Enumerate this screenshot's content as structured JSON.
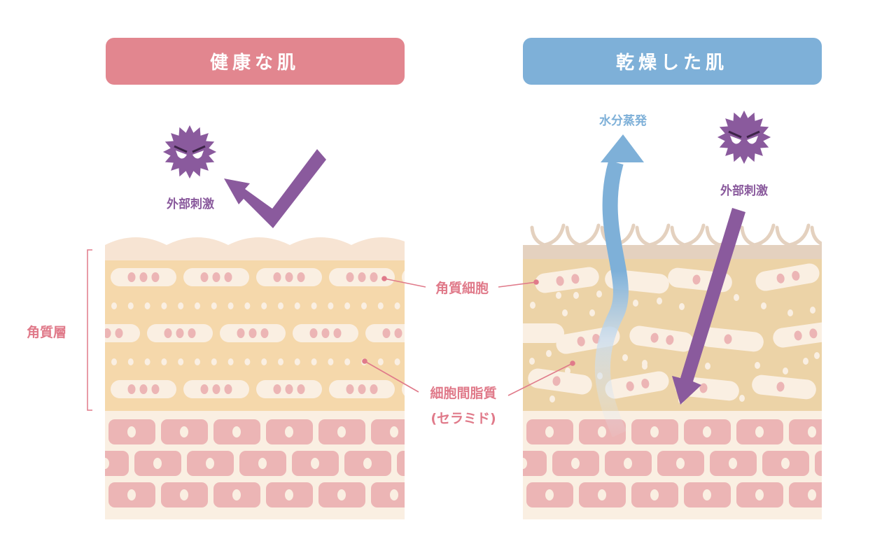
{
  "left_panel": {
    "title": "健康な肌",
    "stimulus": "外部刺激"
  },
  "right_panel": {
    "title": "乾燥した肌",
    "stimulus": "外部刺激",
    "evaporation": "水分蒸発"
  },
  "labels": {
    "corneocyte": "角質細胞",
    "intercellular_lipid": "細胞間脂質",
    "ceramide": "(セラミド)",
    "stratum_corneum": "角質層"
  },
  "colors": {
    "healthy": "#e2868f",
    "dry": "#7eb0d8",
    "germ": "#8a5a9d",
    "label": "#e07a8a",
    "stratum_healthy": "#f5d8ab",
    "stratum_dry": "#ecd3a7",
    "cell_pink": "#ecb5b5",
    "cream": "#faefe2"
  }
}
